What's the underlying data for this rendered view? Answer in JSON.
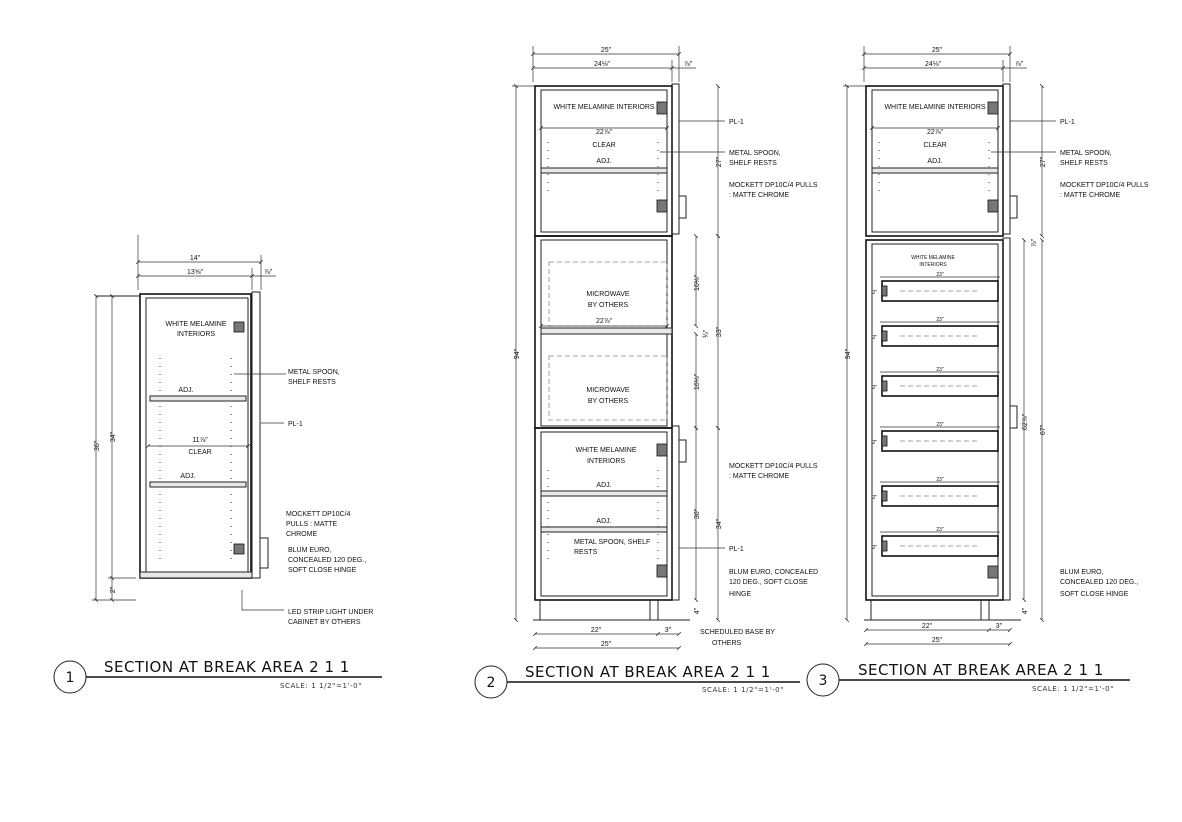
{
  "sections": [
    {
      "number": "1",
      "title": "SECTION AT BREAK AREA 2 1 1",
      "scale": "SCALE: 1 1/2\"=1'-0\"",
      "dims": {
        "w_overall": "14\"",
        "w_inner": "13⅝\"",
        "door": "⅞\"",
        "h_overall": "36\"",
        "h_box": "34\"",
        "base": "2\"",
        "clear": "11⅞\"",
        "clear_label": "CLEAR"
      },
      "labels": {
        "interiors": [
          "WHITE MELAMINE",
          "INTERIORS"
        ],
        "adj1": "ADJ.",
        "adj2": "ADJ.",
        "shelf_rests": [
          "METAL SPOON,",
          "SHELF RESTS"
        ],
        "pl": "PL-1",
        "pulls": [
          "MOCKETT DP10C/4",
          "PULLS : MATTE",
          "CHROME"
        ],
        "hinge": [
          "BLUM EURO,",
          "CONCEALED 120 DEG.,",
          "SOFT CLOSE HINGE"
        ],
        "led": [
          "LED STRIP LIGHT UNDER",
          "CABINET BY OTHERS"
        ]
      }
    },
    {
      "number": "2",
      "title": "SECTION AT BREAK AREA 2 1 1",
      "scale": "SCALE: 1 1/2\"=1'-0\"",
      "dims": {
        "w_overall": "25\"",
        "w_inner": "24⅛\"",
        "door": "⅞\"",
        "h_overall": "94\"",
        "upper": "27\"",
        "mw1": "16⅛\"",
        "mw_shelf": "¾\"",
        "mw_total": "33\"",
        "mw2": "16⅛\"",
        "lower_box": "30\"",
        "lower": "34\"",
        "toe": "4\"",
        "bot_w1": "22\"",
        "bot_w2": "3\"",
        "bot_overall": "25\"",
        "clear": "22⅞\"",
        "clear_label": "CLEAR",
        "mw_clear": "22⅞\""
      },
      "labels": {
        "interiors_top": "WHITE MELAMINE INTERIORS",
        "adj_top": "ADJ.",
        "mw1": [
          "MICROWAVE",
          "BY OTHERS"
        ],
        "mw2": [
          "MICROWAVE",
          "BY OTHERS"
        ],
        "interiors_low": [
          "WHITE MELAMINE",
          "INTERIORS"
        ],
        "adj_low1": "ADJ.",
        "adj_low2": "ADJ.",
        "spoon_low": [
          "METAL SPOON, SHELF",
          "RESTS"
        ],
        "pl_top": "PL-1",
        "spoon_top": [
          "METAL SPOON,",
          "SHELF RESTS"
        ],
        "pulls_top": [
          "MOCKETT DP10C/4 PULLS",
          ": MATTE CHROME"
        ],
        "pulls_low": [
          "MOCKETT DP10C/4 PULLS",
          ": MATTE CHROME"
        ],
        "pl_low": "PL-1",
        "hinge": [
          "BLUM EURO, CONCEALED",
          "120 DEG., SOFT CLOSE",
          "HINGE"
        ],
        "base": [
          "SCHEDULED BASE  BY",
          "OTHERS"
        ]
      }
    },
    {
      "number": "3",
      "title": "SECTION AT BREAK AREA 2 1 1",
      "scale": "SCALE: 1 1/2\"=1'-0\"",
      "dims": {
        "w_overall": "25\"",
        "w_inner": "24⅛\"",
        "door": "⅞\"",
        "h_overall": "94\"",
        "upper": "27\"",
        "gap": "⅞\"",
        "tall_box": "62⅞\"",
        "tall": "67\"",
        "toe": "4\"",
        "bot_w1": "22\"",
        "bot_w2": "3\"",
        "bot_overall": "25\"",
        "clear": "22⅞\"",
        "clear_label": "CLEAR",
        "drawer_w": "23\"",
        "drawer_h": "2\""
      },
      "labels": {
        "interiors_top": "WHITE MELAMINE INTERIORS",
        "adj_top": "ADJ.",
        "interiors_small": [
          "WHITE MELAMINE",
          "INTERIORS"
        ],
        "pl": "PL-1",
        "spoon": [
          "METAL SPOON,",
          "SHELF RESTS"
        ],
        "pulls": [
          "MOCKETT DP10C/4 PULLS",
          ": MATTE CHROME"
        ],
        "hinge": [
          "BLUM EURO,",
          "CONCEALED 120 DEG.,",
          "SOFT CLOSE HINGE"
        ]
      }
    }
  ]
}
